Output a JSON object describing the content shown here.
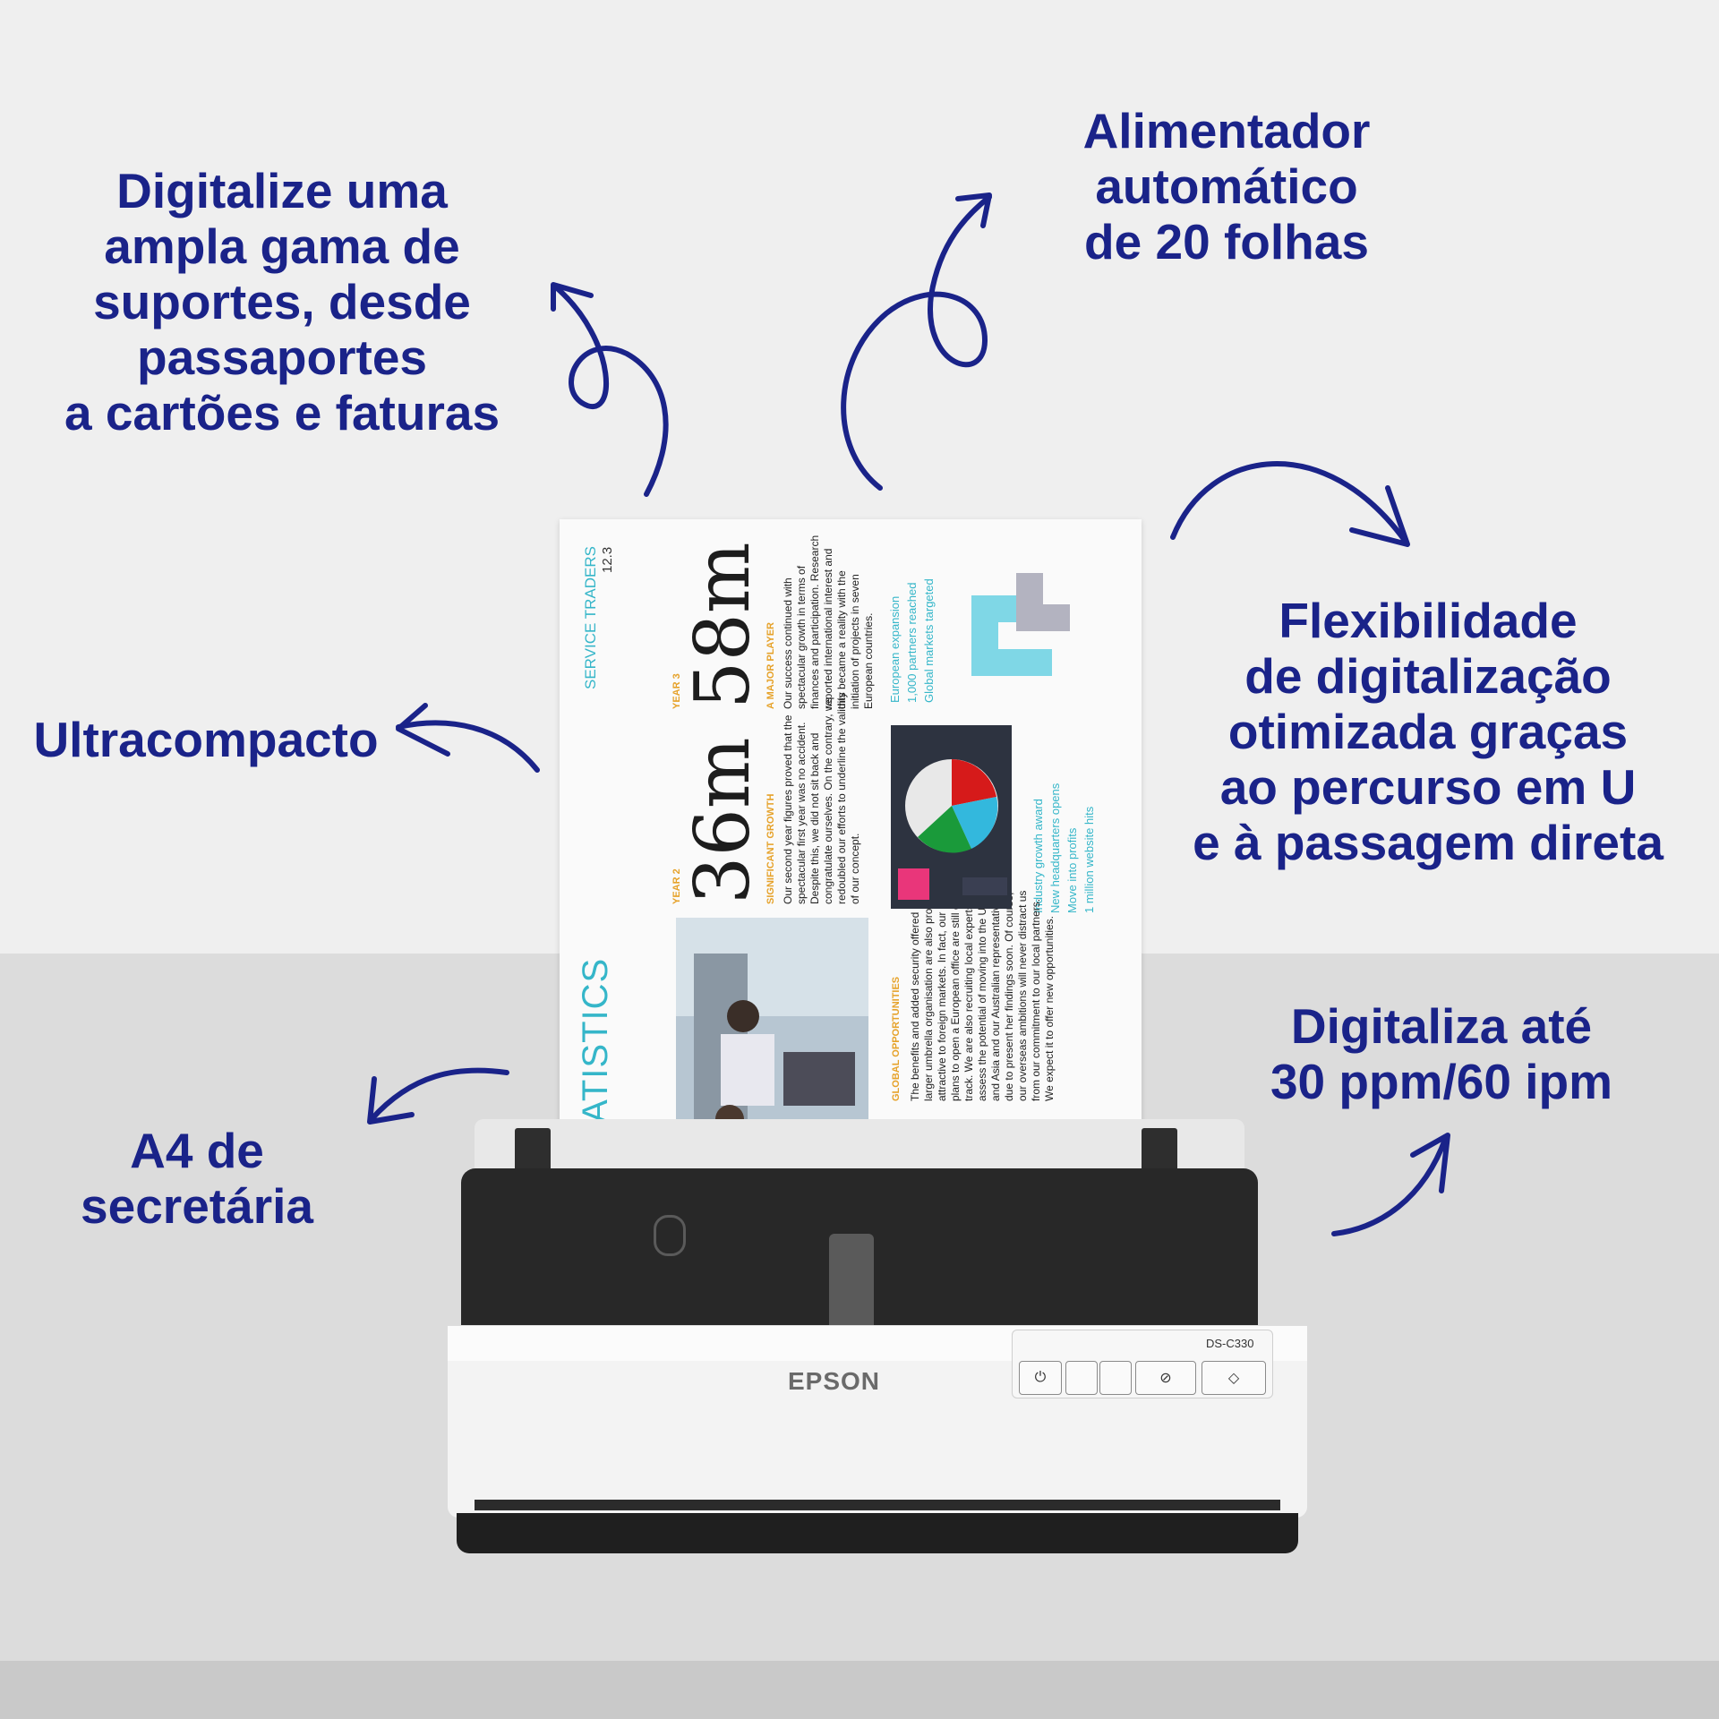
{
  "callouts": {
    "media_range": [
      "Digitalize uma",
      "ampla gama de",
      "suportes, desde",
      "passaportes",
      "a cartões e faturas"
    ],
    "feeder": [
      "Alimentador",
      "automático",
      "de 20 folhas"
    ],
    "compact": [
      "Ultracompacto"
    ],
    "flexibility": [
      "Flexibilidade",
      "de digitalização",
      "otimizada graças",
      "ao percurso em U",
      "e à passagem direta"
    ],
    "desk": [
      "A4 de",
      "secretária"
    ],
    "speed": [
      "Digitaliza até",
      "30 ppm/60 ipm"
    ]
  },
  "document": {
    "title": "STATISTICS",
    "company": "SERVICE TRADERS",
    "issue": "12.3",
    "year2_label": "YEAR 2",
    "year2_value": "36m",
    "year2_heading": "SIGNIFICANT GROWTH",
    "year2_text": "Our second year figures proved that the spectacular first year was no accident. Despite this, we did not sit back and congratulate ourselves. On the contrary, we redoubled our efforts to underline the validity of our concept.",
    "year3_label": "YEAR 3",
    "year3_value": "58m",
    "year3_heading": "A MAJOR PLAYER",
    "year3_text": "Our success continued with spectacular growth in terms of finances and participation. Research reported international interest and this became a reality with the initiation of projects in seven European countries.",
    "bullets_top": [
      "European expansion",
      "1,000 partners reached",
      "Global markets targeted"
    ],
    "bullets_mid": [
      "Industry growth award",
      "New headquarters opens",
      "Move into profits",
      "1 million website hits"
    ],
    "global_heading": "GLOBAL OPPORTUNITIES",
    "global_text": "The benefits and added security offered by a larger umbrella organisation are also proving attractive to foreign markets. In fact, our plans to open a European office are still on track. We are also recruiting local experts to assess the potential of moving into the US and Asia and our Australian representative is due to present her findings soon. Of course, our overseas ambitions will never distract us from our commitment to our local partners. We expect it to offer new opportunities."
  },
  "scanner": {
    "brand": "EPSON",
    "model": "DS-C330",
    "buttons": [
      "power-icon",
      "blank",
      "blank",
      "stop-icon",
      "start-icon"
    ],
    "accent_color": "#1a2389"
  }
}
